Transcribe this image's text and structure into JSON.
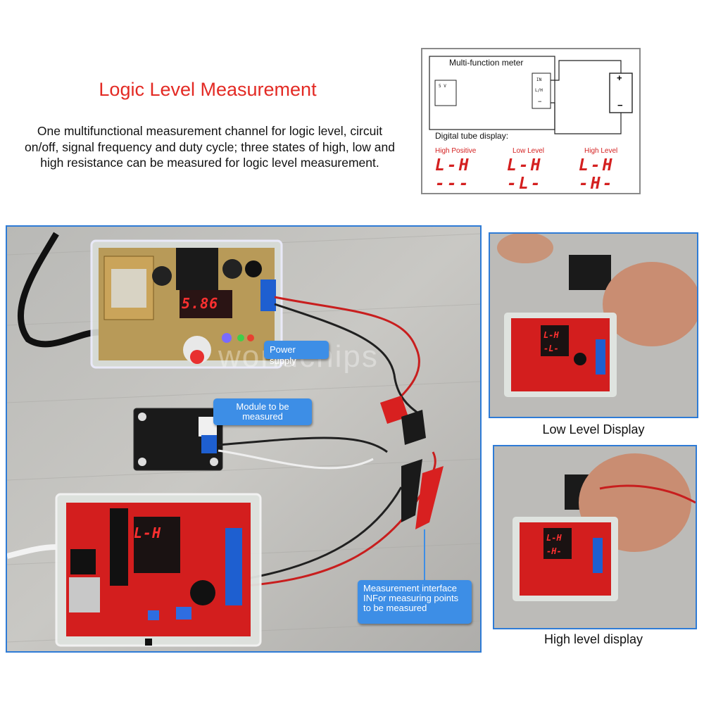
{
  "header": {
    "title": "Logic Level Measurement",
    "description": "One multifunctional measurement channel for logic level, circuit on/off, signal frequency and duty cycle; three states of high, low and high resistance can be measured for logic level measurement."
  },
  "diagram": {
    "meter_label": "Multi-function meter",
    "source_label": "5 V",
    "port_in": "IN",
    "port_lh": "L/H",
    "port_minus": "−",
    "battery_plus": "+",
    "battery_minus": "−",
    "display_label": "Digital tube display:",
    "states": [
      {
        "name": "High Positive",
        "line1": "L-H",
        "line2": "---"
      },
      {
        "name": "Low Level",
        "line1": "L-H",
        "line2": "-L-"
      },
      {
        "name": "High Level",
        "line1": "L-H",
        "line2": "-H-"
      }
    ]
  },
  "photos": {
    "main": {
      "device_display": "5.86",
      "watermark": "worldchips",
      "callouts": {
        "power_supply": "Power supply",
        "module": "Module to be measured",
        "measurement": "Measurement interface INFor measuring points to be measured"
      }
    },
    "low": {
      "caption": "Low Level Display"
    },
    "high": {
      "caption": "High level display"
    }
  },
  "colors": {
    "title_red": "#e32a24",
    "segment_red": "#d42020",
    "frame_blue": "#2e7bd6",
    "callout_blue": "#3d8ee6"
  }
}
